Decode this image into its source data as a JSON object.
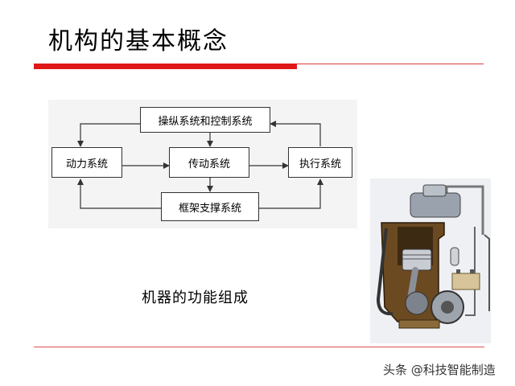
{
  "slide": {
    "title": "机构的基本概念",
    "caption": "机器的功能组成",
    "watermark": "头条 @科技智能制造"
  },
  "diagram": {
    "nodes": {
      "control": "操纵系统和控制系统",
      "power": "动力系统",
      "transmission": "传动系统",
      "execution": "执行系统",
      "frame": "框架支撑系统"
    }
  },
  "colors": {
    "accent_red": "#e01818",
    "box_border": "#333333",
    "diagram_bg": "#f4f4f4"
  },
  "image": {
    "icon": "engine-cutaway-illustration"
  }
}
